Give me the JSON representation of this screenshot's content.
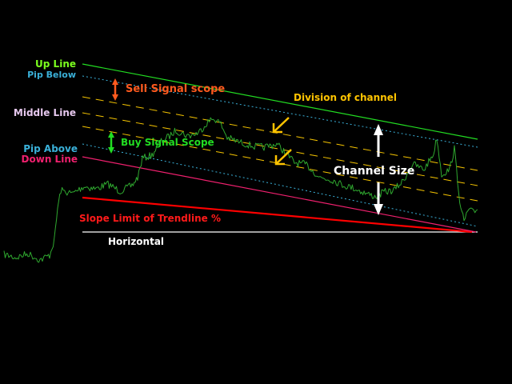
{
  "chart_data": {
    "type": "line",
    "title": "",
    "xlabel": "",
    "ylabel": "",
    "grid": false,
    "legend": "none",
    "colors": {
      "background": "#000000",
      "price": "#2fa82f",
      "up_line": "#22dd22",
      "pip_below": "#3ab0d8",
      "division": "#f5c400",
      "down_line": "#f0206e",
      "slope_limit": "#ff0000",
      "horizontal": "#ffffff",
      "sell_arrow": "#ff5a1e",
      "buy_arrow": "#22dd22",
      "division_arrow": "#ffc400",
      "size_arrow": "#ffffff"
    },
    "labels": {
      "up_line": "Up Line",
      "pip_below": "Pip Below",
      "middle_line": "Middle Line",
      "pip_above": "Pip Above",
      "down_line": "Down Line",
      "sell_scope": "Sell Signal scope",
      "buy_scope": "Buy Signal Scope",
      "division": "Division of channel",
      "channel_size": "Channel Size",
      "slope_limit": "Slope Limit of Trendline %",
      "horizontal": "Horizontal"
    },
    "icons": {
      "sell_arrow": "double-arrow-vertical-icon",
      "buy_arrow": "double-arrow-vertical-icon",
      "division_arrow": "arrow-down-left-icon",
      "size_arrow": "arrow-icon"
    }
  }
}
